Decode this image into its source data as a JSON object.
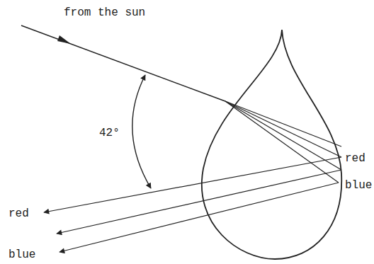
{
  "diagram": {
    "labels": [
      "from the sun",
      "42°",
      "red",
      "blue",
      "red",
      "blue"
    ]
  }
}
